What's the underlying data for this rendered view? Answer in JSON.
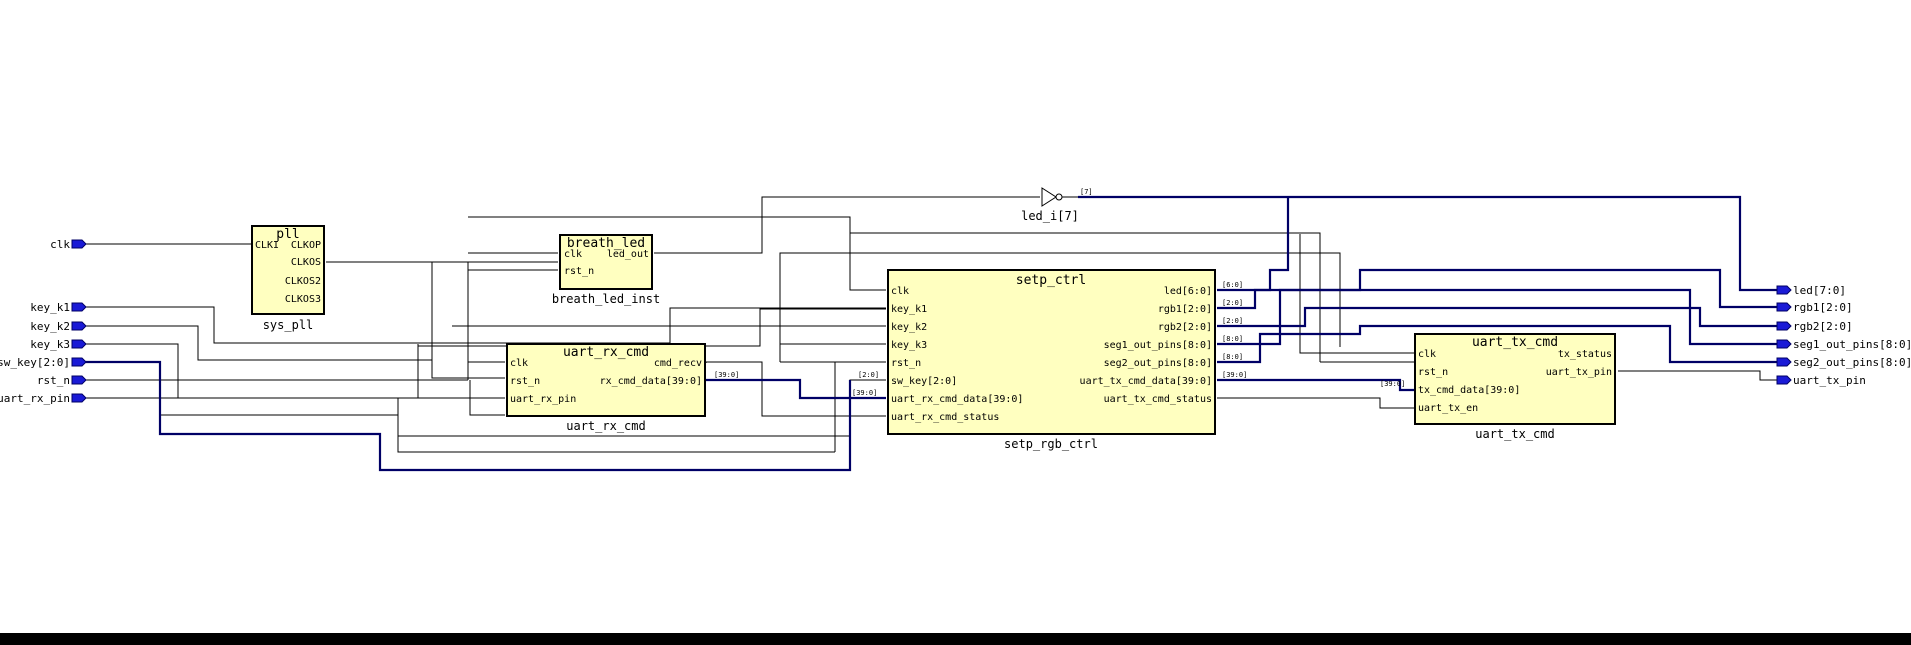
{
  "colors": {
    "block_fill": "#ffffc0",
    "bus": "#000066",
    "port": "#1a1ad6",
    "wire": "#000000"
  },
  "icons": {
    "port": "io-port-icon",
    "inverter": "inverter-icon"
  },
  "input_ports": [
    "clk",
    "key_k1",
    "key_k2",
    "key_k3",
    "sw_key[2:0]",
    "rst_n",
    "uart_rx_pin"
  ],
  "output_ports": [
    "led[7:0]",
    "rgb1[2:0]",
    "rgb2[2:0]",
    "seg1_out_pins[8:0]",
    "seg2_out_pins[8:0]",
    "uart_tx_pin"
  ],
  "blocks": {
    "pll": {
      "title": "pll",
      "instance": "sys_pll",
      "pins": [
        "CLKI",
        "CLKOP",
        "CLKOS",
        "CLKOS2",
        "CLKOS3"
      ]
    },
    "breath_led": {
      "title": "breath_led",
      "instance": "breath_led_inst",
      "pins": [
        "clk",
        "rst_n",
        "led_out"
      ]
    },
    "uart_rx_cmd": {
      "title": "uart_rx_cmd",
      "instance": "uart_rx_cmd",
      "pins": [
        "clk",
        "rst_n",
        "uart_rx_pin",
        "cmd_recv",
        "rx_cmd_data[39:0]"
      ]
    },
    "setp_ctrl": {
      "title": "setp_ctrl",
      "instance": "setp_rgb_ctrl",
      "pins": [
        "clk",
        "key_k1",
        "key_k2",
        "key_k3",
        "rst_n",
        "sw_key[2:0]",
        "uart_rx_cmd_data[39:0]",
        "uart_rx_cmd_status",
        "led[6:0]",
        "rgb1[2:0]",
        "rgb2[2:0]",
        "seg1_out_pins[8:0]",
        "seg2_out_pins[8:0]",
        "uart_tx_cmd_data[39:0]",
        "uart_tx_cmd_status"
      ]
    },
    "uart_tx_cmd": {
      "title": "uart_tx_cmd",
      "instance": "uart_tx_cmd",
      "pins": [
        "clk",
        "rst_n",
        "tx_cmd_data[39:0]",
        "uart_tx_en",
        "tx_status",
        "uart_tx_pin"
      ]
    }
  },
  "inverter": {
    "instance": "led_i[7]",
    "width": "[7]"
  },
  "bus_widths": [
    "[6:0]",
    "[2:0]",
    "[2:0]",
    "[8:0]",
    "[8:0]",
    "[39:0]",
    "[39:0]",
    "[39:0]",
    "[2:0]",
    "[39:0]"
  ]
}
